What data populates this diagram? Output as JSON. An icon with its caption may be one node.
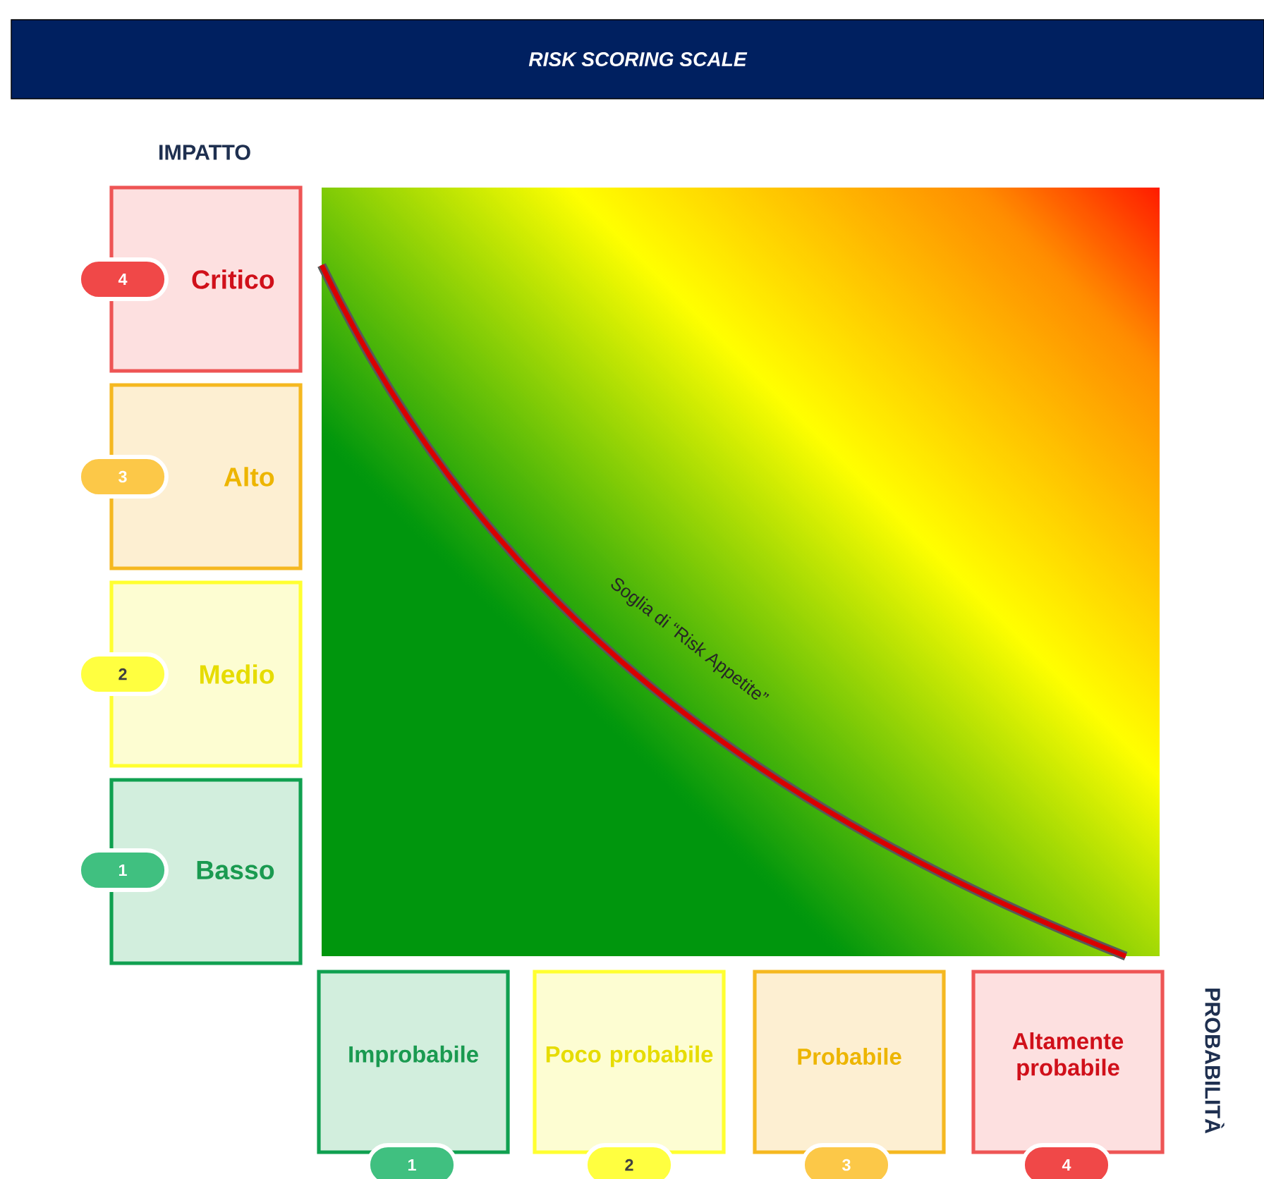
{
  "diagram": {
    "title": "RISK SCORING SCALE",
    "nodes": [
      {
        "text": [
          "Critico"
        ]
      },
      {
        "text": [
          "4"
        ]
      },
      {
        "text": [
          "Alto"
        ]
      },
      {
        "text": [
          "3"
        ]
      },
      {
        "text": [
          "Medio"
        ]
      },
      {
        "text": [
          "2"
        ]
      },
      {
        "text": [
          "Basso"
        ]
      },
      {
        "text": [
          "1"
        ]
      },
      {
        "text": [
          "Improbabile"
        ]
      },
      {
        "text": [
          "Poco probabile"
        ]
      },
      {
        "text": [
          "Probabile"
        ]
      },
      {
        "text": [
          "Altamente probabile"
        ]
      },
      {
        "text": [
          "1"
        ]
      },
      {
        "text": [
          "2"
        ]
      },
      {
        "text": [
          "3"
        ]
      },
      {
        "text": [
          "4"
        ]
      }
    ],
    "labels": [
      "IMPATTO",
      "Soglia di “Risk Appetite”",
      "PROBABILITÀ"
    ]
  }
}
